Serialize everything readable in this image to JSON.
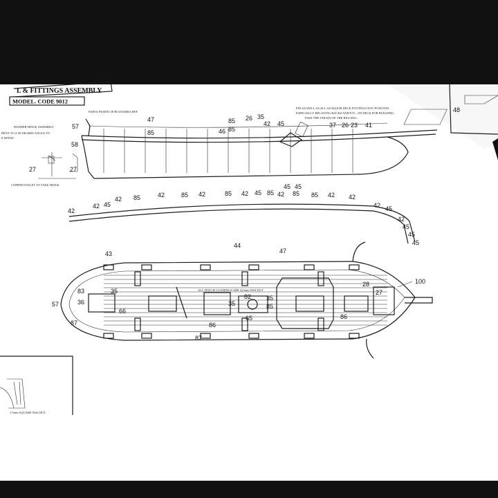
{
  "header": {
    "title": "L & FITTINGS ASSEMBLY",
    "model_code": "MODEL. CODE 9012"
  },
  "side_view": {
    "left_note_1": "RUDDER HINGE ASSEMBLY",
    "left_note_2": "BENT TO A 90 DEGREE ANGLE TO",
    "left_note_3": "E HINGE",
    "bottom_note": "COPPER EYELET TO TAKE HINGE",
    "top_note": "PARTS INSIDE OF BULWARKS BEF",
    "right_note_1": "PIN AS WELL AS ALL AS MAJOR DECK FITTINGS INTO POSITION.",
    "right_note_2": "ESPECIALLY BELAYING RACKS AND ETC. ON DECK FOR BUILDING",
    "right_note_3": "TAKE THE STRAIN OF THE RIGGING.",
    "labels": {
      "l57": "57",
      "l58": "58",
      "l27a": "27",
      "l27b": "27",
      "l47": "47",
      "l85a": "85",
      "l85b": "85",
      "l46": "46",
      "l85c": "85",
      "l26": "26",
      "l35": "35",
      "l42": "42",
      "l45": "45",
      "l37": "37",
      "l26b": "26",
      "l23": "23",
      "l41": "41"
    }
  },
  "rail": {
    "labels": [
      "42",
      "42",
      "45",
      "42",
      "85",
      "42",
      "85",
      "42",
      "85",
      "42",
      "45",
      "85",
      "42",
      "45",
      "85",
      "45",
      "85",
      "42",
      "42",
      "42",
      "45",
      "42",
      "45",
      "45",
      "45"
    ]
  },
  "deck_plan": {
    "note": "ALL HATCH COAMINGS ARE 2x3mm WALNUT",
    "labels": {
      "l43": "43",
      "l44": "44",
      "l47": "47",
      "l83": "83",
      "l35a": "35",
      "l57": "57",
      "l36": "36",
      "l66": "66",
      "l87a": "87",
      "l86a": "86",
      "l35b": "35",
      "l82": "82",
      "l35c": "35",
      "l85": "85",
      "l65": "65",
      "l86b": "86",
      "l87b": "87",
      "l28": "28",
      "l27": "27",
      "l100": "100"
    }
  },
  "bottom_left": {
    "note": "1.5mm SQUARE WALNUT"
  },
  "right_inset": {
    "label": "48"
  }
}
